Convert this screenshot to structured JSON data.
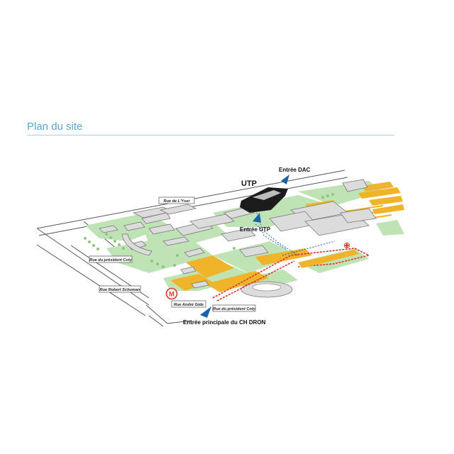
{
  "page": {
    "title": "Plan du site"
  },
  "map": {
    "labels": {
      "utp": "UTP",
      "entree_dac": "Entrée DAC",
      "entree_utp": "Entrée UTP",
      "entree_principale": "Entrée principale du CH DRON"
    },
    "streets": {
      "rue_yser": "Rue de L'Yser",
      "rue_president_coty_left": "Rue du président Coty",
      "rue_robert_schuman": "Rue Robert Schuman",
      "rue_andre_gide": "Rue André Gide",
      "rue_president_coty_bottom": "Rue du président Coty"
    },
    "metro_symbol": "M",
    "colors": {
      "green_space": "#bfe3b4",
      "parking": "#f0b42a",
      "building": "#d9d9d9",
      "utp_building": "#1c1c1c",
      "entrance_marker": "#1a63a8",
      "route_red": "#e0332c",
      "title": "#5aa6cf"
    }
  }
}
